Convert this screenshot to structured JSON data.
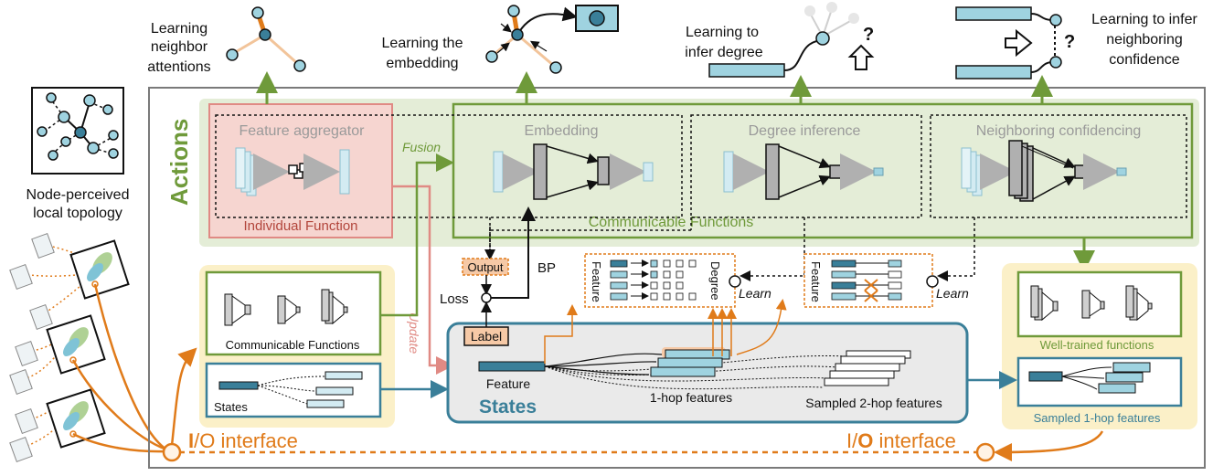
{
  "left": {
    "topology_caption_1": "Node-perceived",
    "topology_caption_2": "local topology"
  },
  "top_labels": {
    "attentions_1": "Learning",
    "attentions_2": "neighbor",
    "attentions_3": "attentions",
    "embedding_1": "Learning the",
    "embedding_2": "embedding",
    "degree_1": "Learning to",
    "degree_2": "infer degree",
    "confidence_1": "Learning to infer",
    "confidence_2": "neighboring",
    "confidence_3": "confidence",
    "question_mark": "?"
  },
  "actions": {
    "title": "Actions",
    "feature_aggregator": "Feature aggregator",
    "fusion": "Fusion",
    "individual_function": "Individual Function",
    "embedding": "Embedding",
    "degree_inference": "Degree inference",
    "neighboring_confidencing": "Neighboring confidencing",
    "communicable_functions": "Communicable Functions"
  },
  "middle": {
    "output": "Output",
    "bp": "BP",
    "loss": "Loss",
    "label": "Label",
    "feature_vertical": "Feature",
    "degree_vertical": "Degree",
    "learn": "Learn",
    "update": "Update"
  },
  "left_panel": {
    "communicable_functions": "Communicable Functions",
    "states": "States"
  },
  "states_panel": {
    "title": "States",
    "feature": "Feature",
    "one_hop": "1-hop features",
    "two_hop": "Sampled 2-hop features"
  },
  "right_panel": {
    "well_trained": "Well-trained functions",
    "sampled_one_hop": "Sampled 1-hop features"
  },
  "io": {
    "left_I": "I",
    "left_rest": "/O interface",
    "right_I": "I/",
    "right_O": "O",
    "right_rest": " interface"
  },
  "colors": {
    "green": "#6f9a3a",
    "green_fill": "#e4edd7",
    "teal": "#3a7f99",
    "teal_light": "#9fd3e0",
    "orange": "#e07b1a",
    "red_fill": "#f6d5d0",
    "red_edge": "#e08a84",
    "yellow_fill": "#fbf0c8",
    "gray_text": "#9a9a9a"
  }
}
